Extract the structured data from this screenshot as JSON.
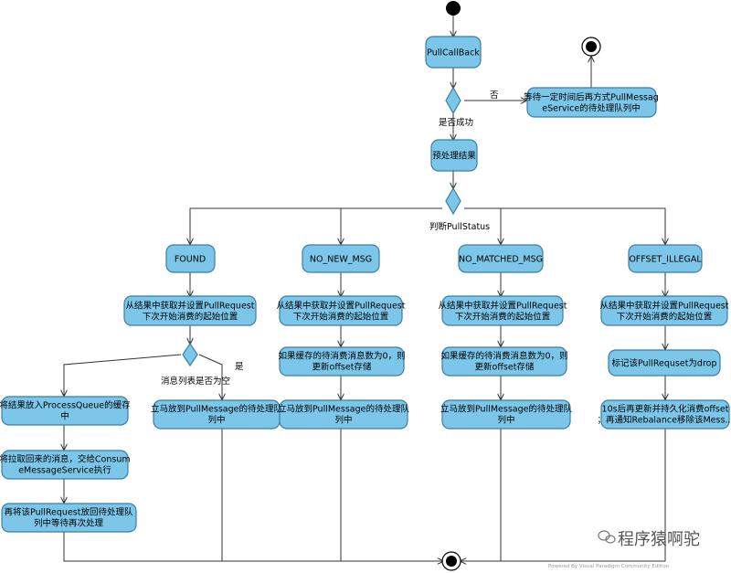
{
  "nodes": {
    "pullcallback": "PullCallBack",
    "wait_requeue": "等待一定时间后再方式PullMessag\neService的待处理队列中",
    "preprocess": "预处理结果",
    "found": "FOUND",
    "no_new_msg": "NO_NEW_MSG",
    "no_matched_msg": "NO_MATCHED_MSG",
    "offset_illegal": "OFFSET_ILLEGAL",
    "found_fetch": "从结果中获取并设置PullRequest\n下次开始消费的起始位置",
    "nonew_fetch": "从结果中获取并设置PullRequest\n下次开始消费的起始位置",
    "nomatch_fetch": "从结果中获取并设置PullRequest\n下次开始消费的起始位置",
    "offset_fetch": "从结果中获取并设置PullRequest\n下次开始消费的起始位置",
    "put_processqueue": "将结果放入ProcessQueue的缓存\n中",
    "submit_consume": "将拉取回来的消息，交给Consum\neMessageService执行",
    "requeue_pullrequest": "再将该PullRequest放回待处理队\n列中等待再次处理",
    "found_immediate": "立马放到PullMessage的待处理队\n列中",
    "nonew_update": "如果缓存的待消费消息数为0，则\n更新offset存储",
    "nonew_immediate": "立马放到PullMessage的待处理队\n列中",
    "nomatch_update": "如果缓存的待消费消息数为0，则\n更新offset存储",
    "nomatch_immediate": "立马放到PullMessage的待处理队\n列中",
    "mark_drop": "标记该PullRequset为drop",
    "persist_offset": "10s后再更新并持久化消费offset\n；再通知Rebalance移除该Mess..."
  },
  "labels": {
    "no": "否",
    "success_q": "是否成功",
    "judge_status": "判断PullStatus",
    "list_empty_q": "消息列表是否为空",
    "yes": "是"
  },
  "watermark": {
    "text": "程序猿啊驼",
    "footer": "Powered By Visual Paradigm Community Edition"
  }
}
